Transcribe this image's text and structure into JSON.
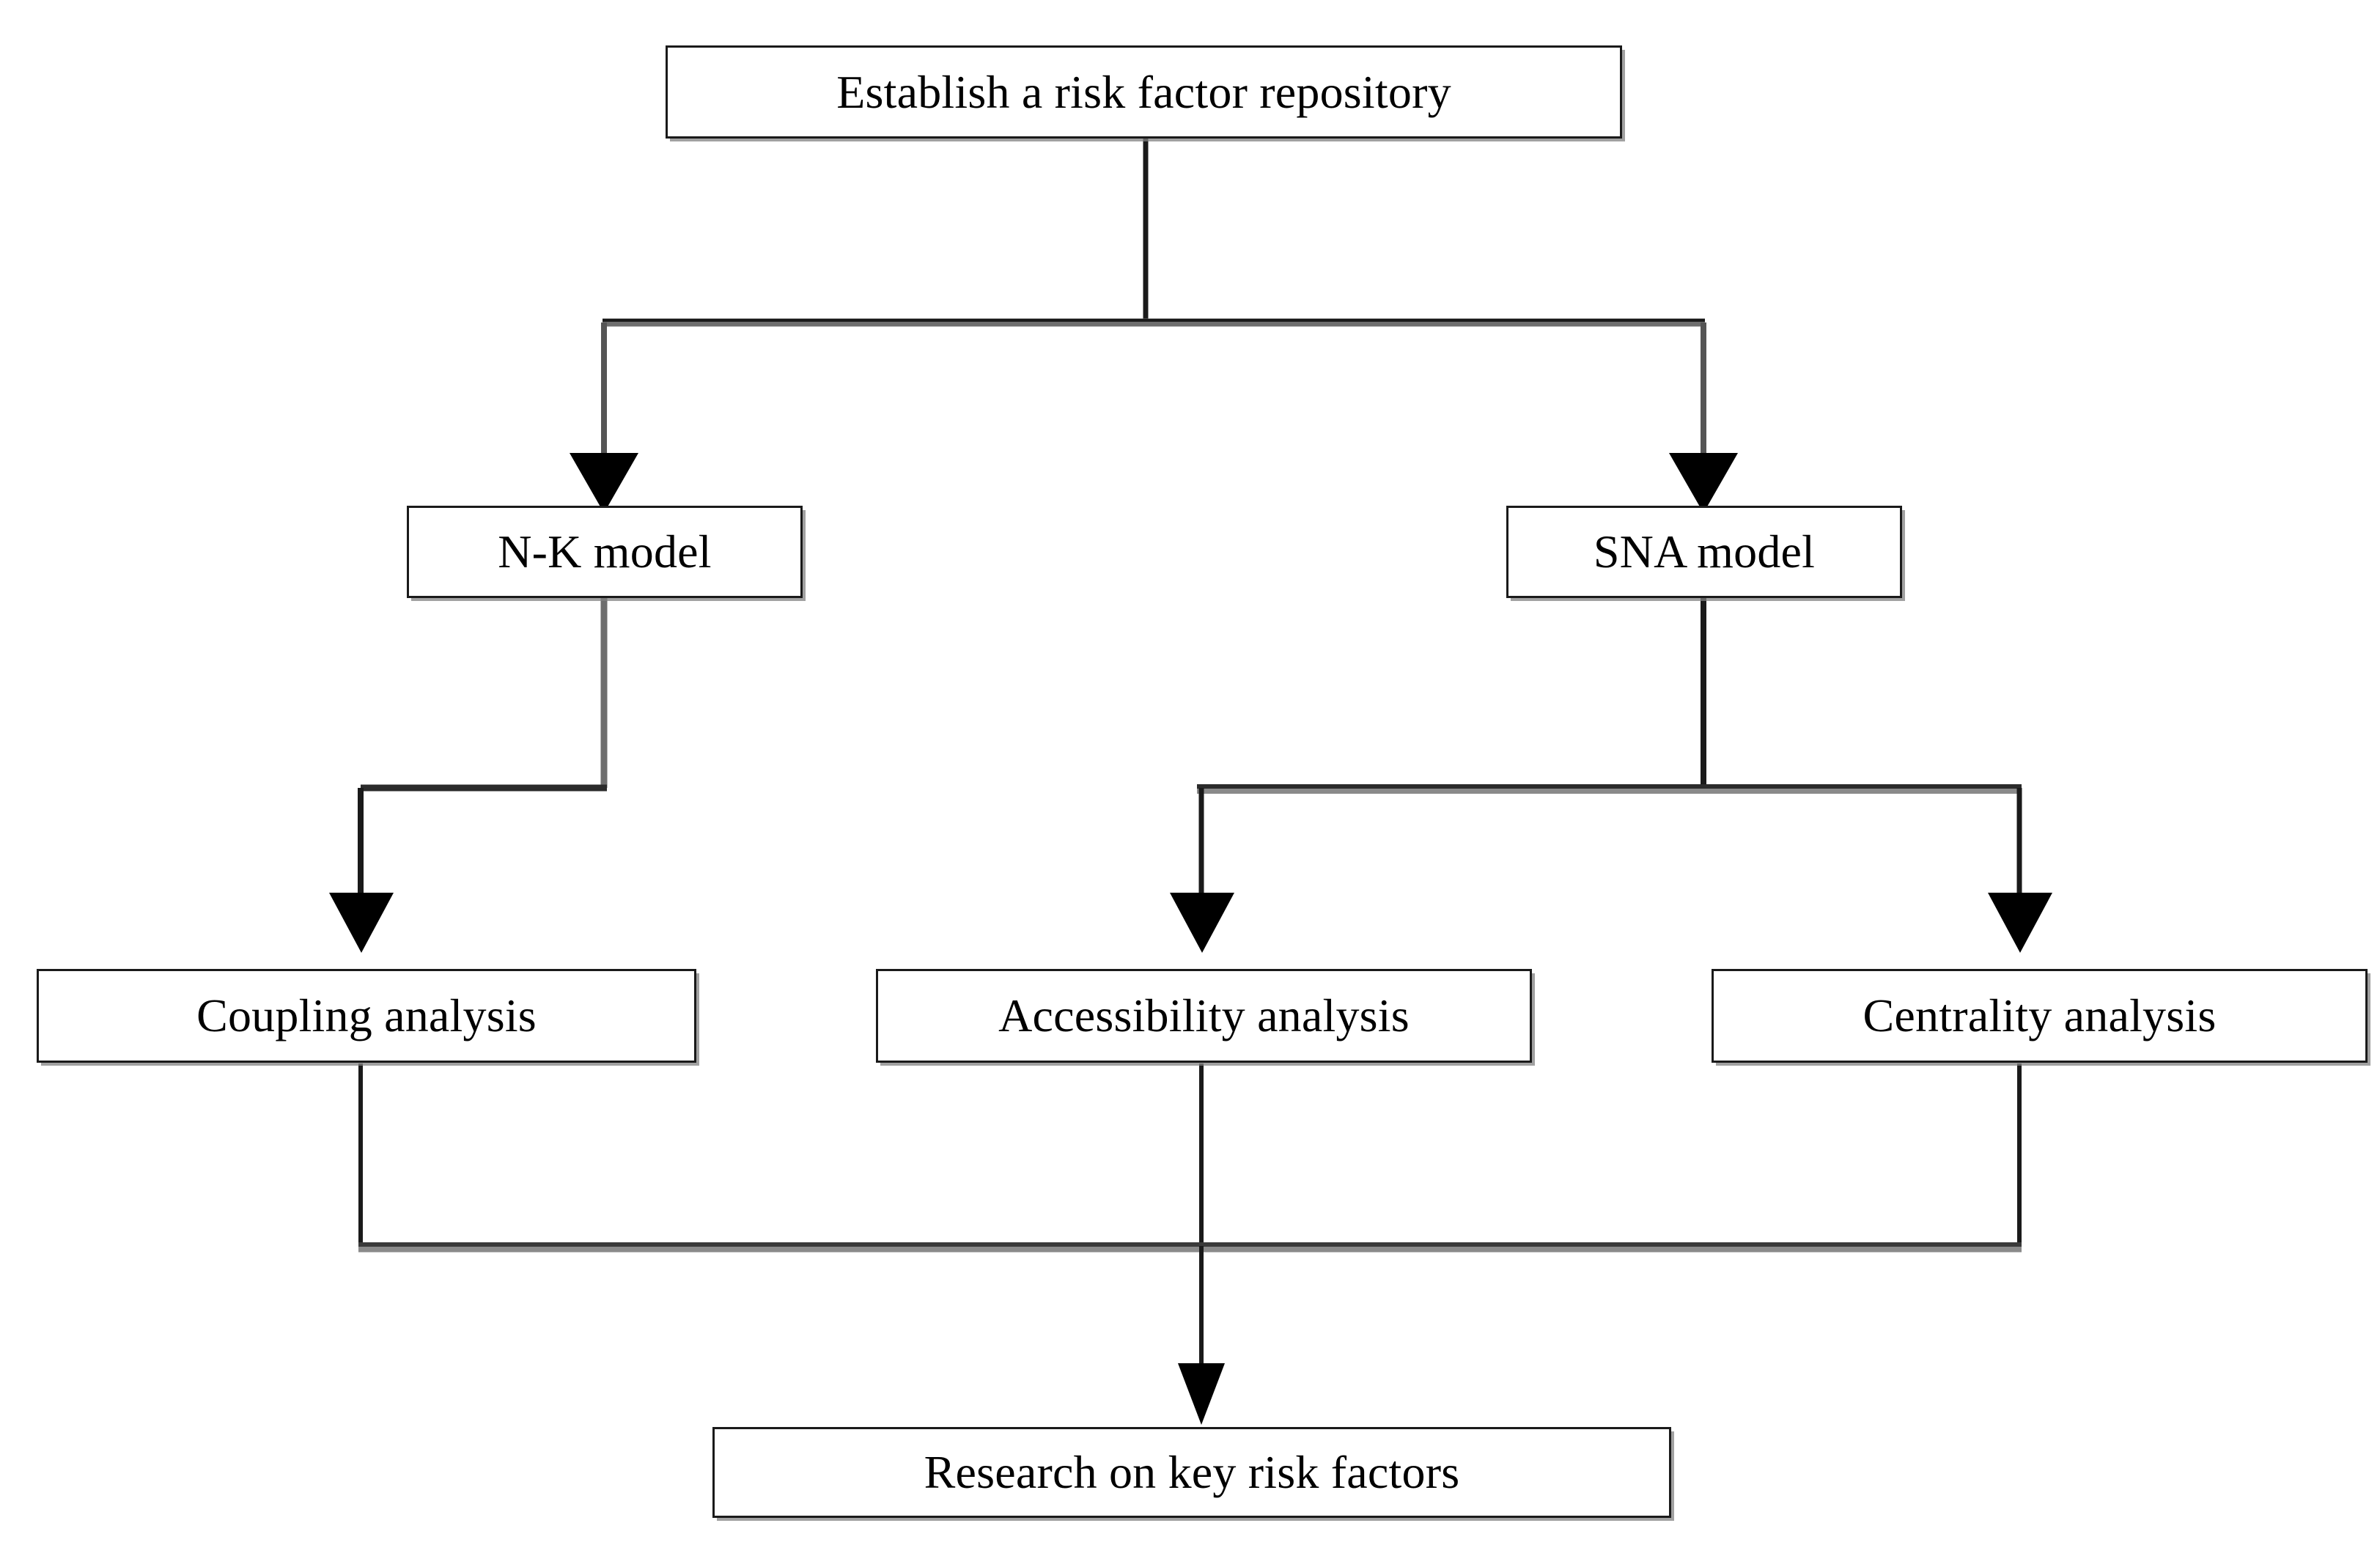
{
  "diagram": {
    "title_text": "Establish a risk factor repository",
    "type": "flowchart",
    "background_color": "#ffffff",
    "line_color": "#1a1a1a",
    "box_border_color": "#1a1a1a",
    "box_fill_color": "#ffffff",
    "shadow_color": "#828282",
    "nodes": [
      {
        "id": "root",
        "label": "Establish a risk factor repository",
        "level": 0
      },
      {
        "id": "nk",
        "label": "N-K model",
        "level": 1
      },
      {
        "id": "sna",
        "label": "SNA model",
        "level": 1
      },
      {
        "id": "coupling",
        "label": "Coupling analysis",
        "level": 2
      },
      {
        "id": "access",
        "label": "Accessibility analysis",
        "level": 2
      },
      {
        "id": "central",
        "label": "Centrality analysis",
        "level": 2
      },
      {
        "id": "result",
        "label": "Research on key risk factors",
        "level": 3
      }
    ],
    "edges": [
      {
        "from": "root",
        "to": "nk",
        "style": "orthogonal",
        "arrowhead": "filled-triangle"
      },
      {
        "from": "root",
        "to": "sna",
        "style": "orthogonal",
        "arrowhead": "filled-triangle"
      },
      {
        "from": "nk",
        "to": "coupling",
        "style": "orthogonal",
        "arrowhead": "filled-triangle"
      },
      {
        "from": "sna",
        "to": "access",
        "style": "orthogonal",
        "arrowhead": "filled-triangle"
      },
      {
        "from": "sna",
        "to": "central",
        "style": "orthogonal",
        "arrowhead": "filled-triangle"
      },
      {
        "from": "coupling",
        "to": "result",
        "style": "orthogonal",
        "arrowhead": "filled-triangle"
      },
      {
        "from": "access",
        "to": "result",
        "style": "orthogonal",
        "arrowhead": "filled-triangle"
      },
      {
        "from": "central",
        "to": "result",
        "style": "orthogonal",
        "arrowhead": "filled-triangle"
      }
    ]
  }
}
